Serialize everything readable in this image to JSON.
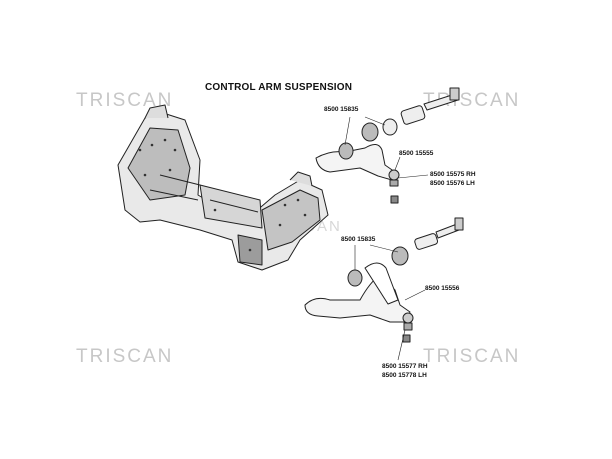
{
  "title": "CONTROL ARM SUSPENSION",
  "watermark": "TRISCAN",
  "parts": {
    "upper_bushing": "8500 15835",
    "upper_balljoint": "8500 15555",
    "upper_arm_rh": "8500 15575 RH",
    "upper_arm_lh": "8500 15576 LH",
    "lower_bushing": "8500 15835",
    "lower_balljoint": "8500 15556",
    "lower_arm_rh": "8500 15577 RH",
    "lower_arm_lh": "8500 15778 LH"
  }
}
